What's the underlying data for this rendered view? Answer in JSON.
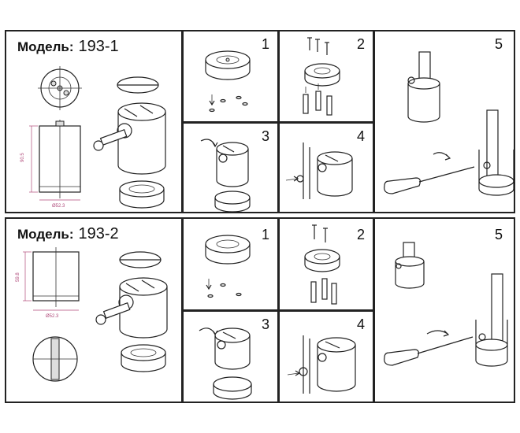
{
  "rows": [
    {
      "model_label": "Модель:",
      "model_number": "193-1",
      "dims": {
        "height": "90.5",
        "diameter": "Ø52.3"
      },
      "steps": [
        "1",
        "2",
        "3",
        "4",
        "5"
      ]
    },
    {
      "model_label": "Модель:",
      "model_number": "193-2",
      "dims": {
        "height": "59.8",
        "diameter": "Ø52.3"
      },
      "steps": [
        "1",
        "2",
        "3",
        "4",
        "5"
      ]
    }
  ]
}
